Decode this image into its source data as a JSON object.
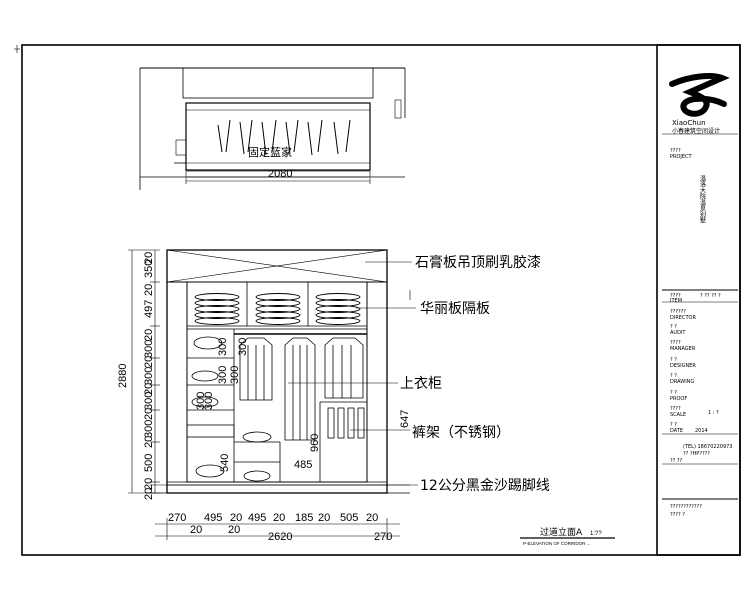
{
  "plan_view": {
    "width_dim": "2080",
    "label": "固定蓝家"
  },
  "elevation": {
    "overall_height": "2880",
    "left_dims": [
      "20",
      "350",
      "20",
      "497",
      "20",
      "300",
      "20",
      "300",
      "20",
      "300",
      "20",
      "300",
      "20",
      "500",
      "20",
      "20"
    ],
    "inner_dims": [
      "300",
      "300",
      "300",
      "300",
      "300",
      "300",
      "540",
      "960",
      "647"
    ],
    "shelf_dim": "485",
    "bottom_dims": [
      "270",
      "495",
      "20",
      "495",
      "20",
      "185",
      "20",
      "505",
      "20"
    ],
    "bottom_total": "2620",
    "bottom_right": "270",
    "small_marks": [
      "20",
      "20"
    ],
    "annotations": [
      "石膏板吊顶刷乳胶漆",
      "华丽板隔板",
      "上衣柜",
      "裤架（不锈钢）",
      "12公分黑金沙踢脚线"
    ],
    "caption": "过道立面A",
    "caption_scale": "1:??",
    "caption_sub": "P-ELEVATION OF CORRIDOR ..."
  },
  "title_block": {
    "brand_en": "XiaoChun",
    "brand_cn": "小春建筑空间设计",
    "project_label": "????",
    "project_label_en": "PROJECT",
    "project_name": "温洛大院温泉别墅",
    "item_label": "????",
    "item_label_en": "ITEM",
    "item_value": "?  ??  ??  ?",
    "fields": [
      {
        "cn": "??????",
        "en": "DIRECTOR"
      },
      {
        "cn": "? ?",
        "en": "AUDIT"
      },
      {
        "cn": "????",
        "en": "MANAGER"
      },
      {
        "cn": "? ?",
        "en": "DESIGNER"
      },
      {
        "cn": "? ?",
        "en": "DRAWING"
      },
      {
        "cn": "? ?",
        "en": "PROOF"
      },
      {
        "cn": "????",
        "en": "SCALE"
      },
      {
        "cn": "? ?",
        "en": "DATE"
      }
    ],
    "scale_value": "1 : ?",
    "date_value": "2014",
    "tel": "(TEL) 18670220973",
    "web": "?? ?HP????",
    "contact": "??  ??",
    "footer_1": "????????????",
    "footer_2": "????  ?"
  }
}
